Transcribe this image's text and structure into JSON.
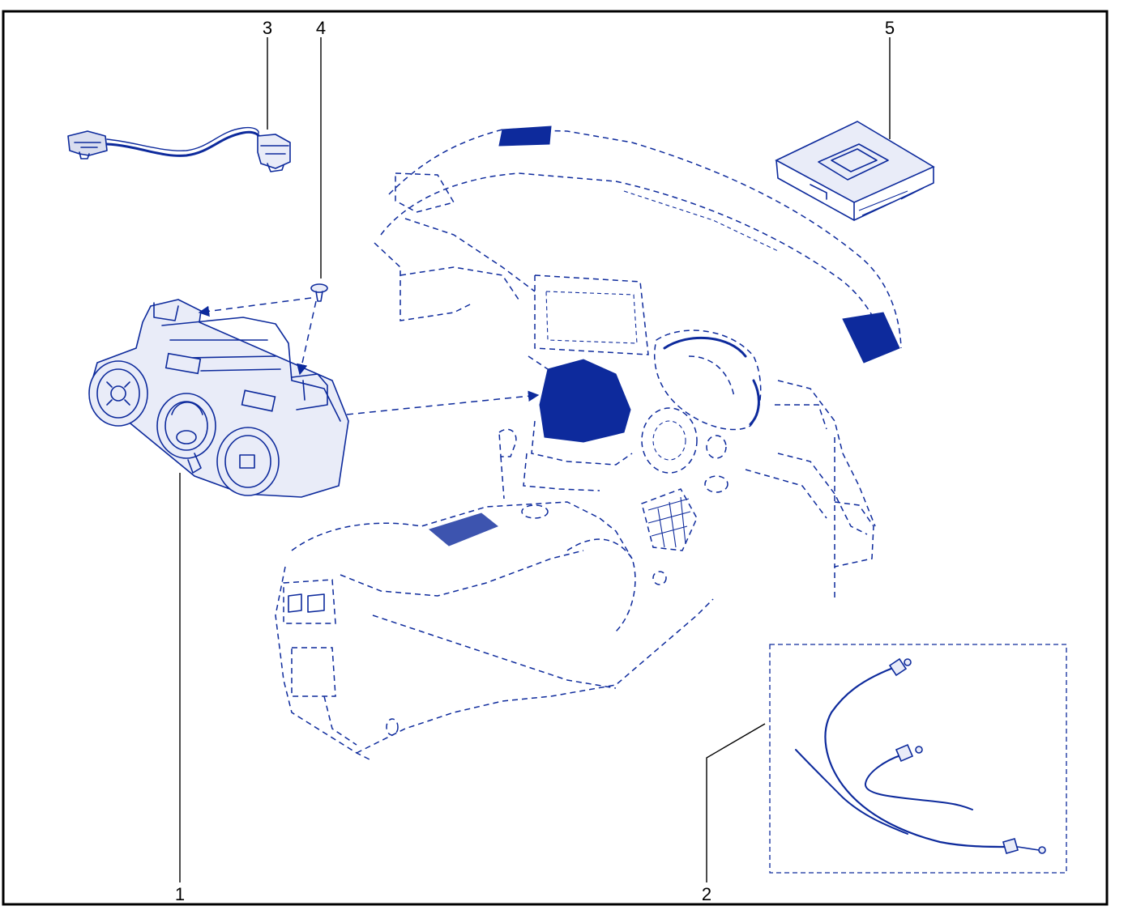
{
  "callouts": {
    "c1": "1",
    "c2": "2",
    "c3": "3",
    "c4": "4",
    "c5": "5"
  },
  "colors": {
    "line_art": "#0d2a9c",
    "frame": "#000000",
    "background": "#ffffff"
  }
}
